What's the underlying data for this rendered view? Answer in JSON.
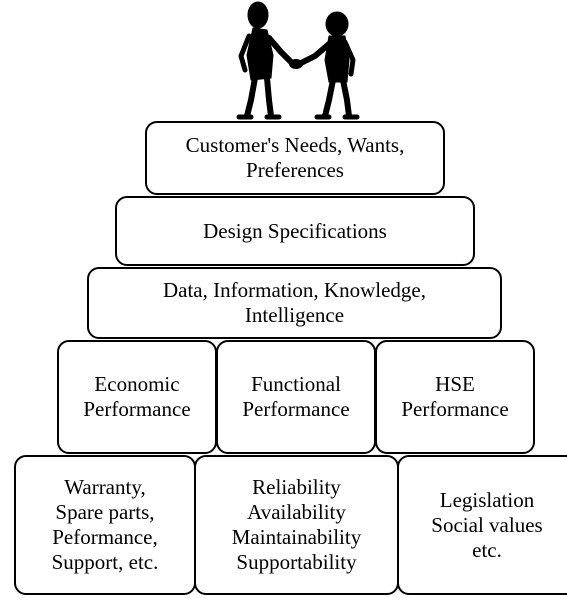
{
  "pyramid": {
    "tier_top": "Customer's Needs, Wants,\nPreferences",
    "tier_design": "Design Specifications",
    "tier_data": "Data, Information, Knowledge,\nIntelligence",
    "performance": [
      "Economic\nPerformance",
      "Functional\nPerformance",
      "HSE\nPerformance"
    ],
    "base": [
      "Warranty,\nSpare parts,\nPeformance,\nSupport, etc.",
      "Reliability\nAvailability\nMaintainability\nSupportability",
      "Legislation\nSocial values\netc."
    ]
  },
  "illustration": {
    "icon": "handshake-icon"
  }
}
